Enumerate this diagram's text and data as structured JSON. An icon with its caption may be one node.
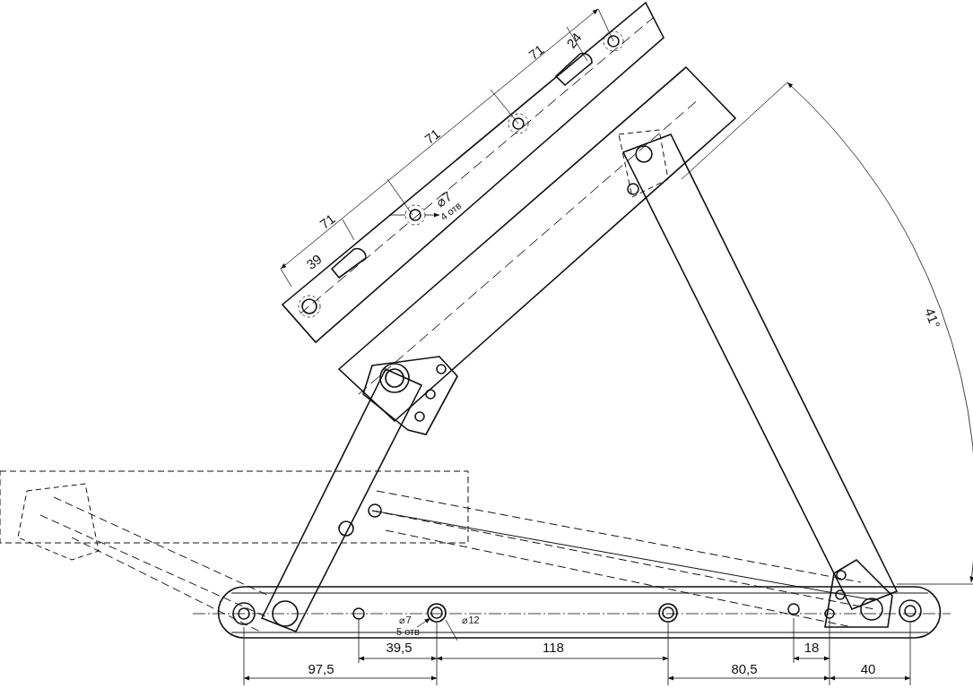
{
  "diagram": {
    "labels": [
      "24",
      "71",
      "71",
      "71",
      "⌀7",
      "4 отв",
      "39",
      "41°",
      "⌀7",
      "⌀12",
      "5 отв",
      "39,5",
      "118",
      "18",
      "97,5",
      "80,5",
      "40"
    ]
  }
}
